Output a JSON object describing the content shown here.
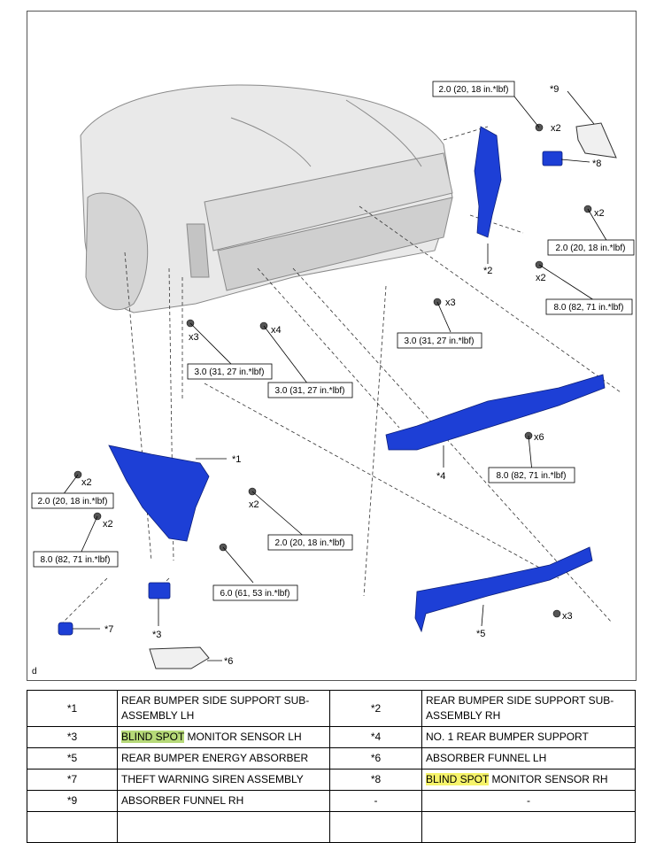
{
  "diagram": {
    "corner_letter": "d",
    "callouts": {
      "p1": "*1",
      "p2": "*2",
      "p3": "*3",
      "p4": "*4",
      "p5": "*5",
      "p6": "*6",
      "p7": "*7",
      "p8": "*8",
      "p9": "*9"
    },
    "quantities": {
      "q_x2_top_rh": "x2",
      "q_x2_mid_rh": "x2",
      "q_x2_nut_rh": "x2",
      "q_x3_center": "x3",
      "q_x3_left": "x3",
      "q_x4_left": "x4",
      "q_x6_support": "x6",
      "q_x2_lh_upper": "x2",
      "q_x2_lh_nut": "x2",
      "q_x2_lh_side": "x2",
      "q_x3_absorber": "x3"
    },
    "torques": {
      "t_top_rh": "2.0 (20, 18 in.*lbf)",
      "t_mid_rh": "2.0 (20, 18 in.*lbf)",
      "t_nut_rh": "8.0 (82, 71 in.*lbf)",
      "t_center": "3.0 (31, 27 in.*lbf)",
      "t_left_a": "3.0 (31, 27 in.*lbf)",
      "t_left_b": "3.0 (31, 27 in.*lbf)",
      "t_support": "8.0 (82, 71 in.*lbf)",
      "t_lh_upper": "2.0 (20, 18 in.*lbf)",
      "t_lh_nut": "8.0 (82, 71 in.*lbf)",
      "t_lh_side": "2.0 (20, 18 in.*lbf)",
      "t_lh_bolt": "6.0 (61, 53 in.*lbf)"
    },
    "colors": {
      "part_blue": "#1d3fd6",
      "highlight_green": "#b6d978",
      "highlight_yellow": "#f6f36a"
    }
  },
  "legend": {
    "rows": [
      {
        "k1": "*1",
        "v1": "REAR BUMPER SIDE SUPPORT SUB-ASSEMBLY LH",
        "k2": "*2",
        "v2": "REAR BUMPER SIDE SUPPORT SUB-ASSEMBLY RH"
      },
      {
        "k1": "*3",
        "v1_hl": "BLIND SPOT",
        "v1_rest": " MONITOR SENSOR LH",
        "k2": "*4",
        "v2": "NO. 1 REAR BUMPER SUPPORT"
      },
      {
        "k1": "*5",
        "v1": "REAR BUMPER ENERGY ABSORBER",
        "k2": "*6",
        "v2": "ABSORBER FUNNEL LH"
      },
      {
        "k1": "*7",
        "v1": "THEFT WARNING SIREN ASSEMBLY",
        "k2": "*8",
        "v2_hl": "BLIND SPOT",
        "v2_rest": " MONITOR SENSOR RH"
      },
      {
        "k1": "*9",
        "v1": "ABSORBER FUNNEL RH",
        "k2": "-",
        "v2": "-"
      }
    ]
  }
}
